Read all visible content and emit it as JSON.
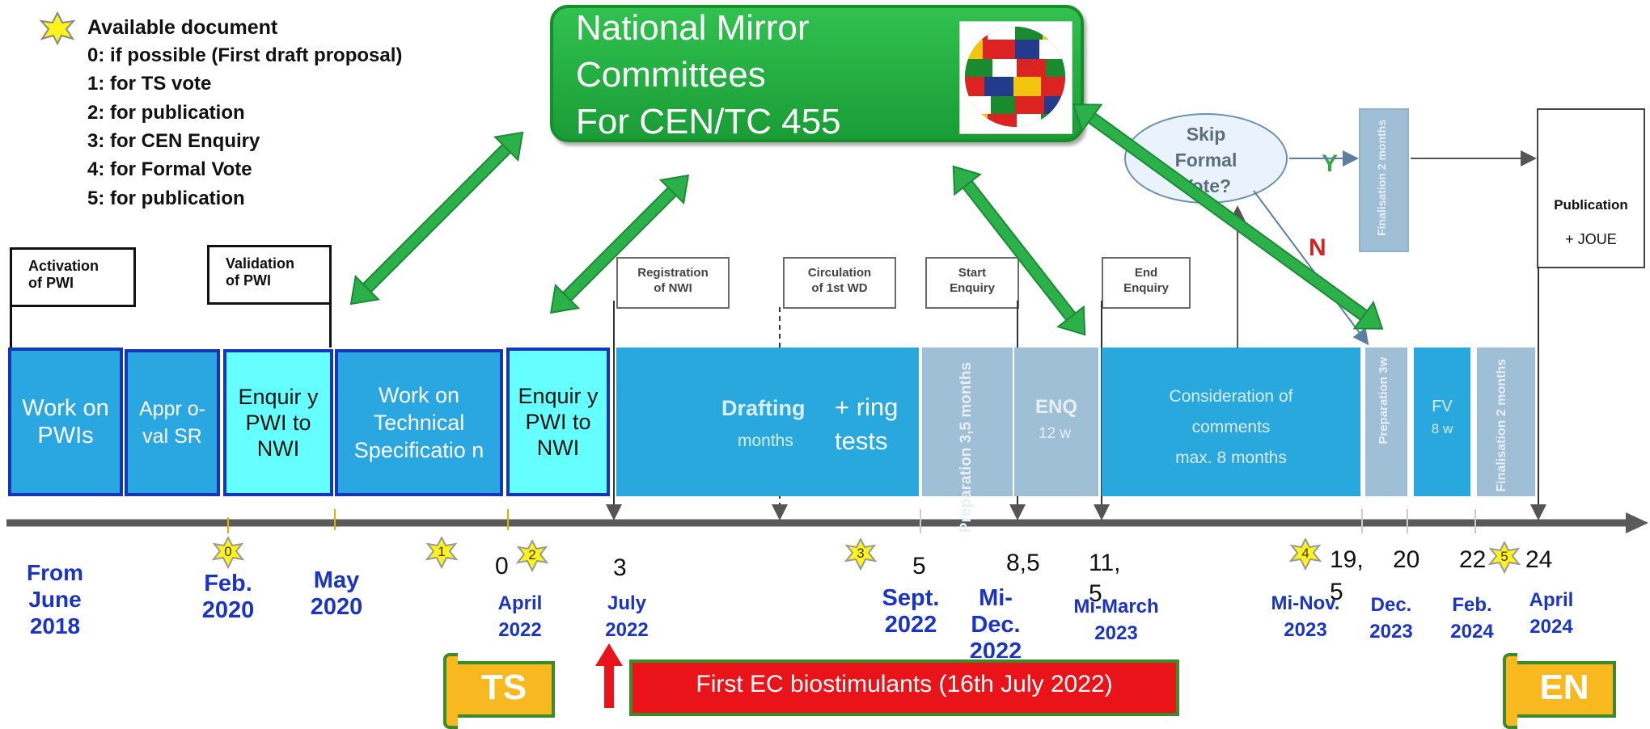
{
  "legend": {
    "title": "Available document",
    "items": [
      "0: if possible (First draft proposal)",
      "1: for TS vote",
      "2: for publication",
      "3: for CEN Enquiry",
      "4: for Formal Vote",
      "5: for publication"
    ]
  },
  "mirror": {
    "lines": [
      "National Mirror",
      "Committees",
      "For CEN/TC 455"
    ]
  },
  "annotations": {
    "activation": [
      "Activation",
      "of PWI"
    ],
    "validation": [
      "Validation",
      "of PWI"
    ],
    "registration": [
      "Registration",
      "of NWI"
    ],
    "circulation": [
      "Circulation",
      "of 1st WD"
    ],
    "start_enquiry": [
      "Start",
      "Enquiry"
    ],
    "end_enquiry": [
      "End",
      "Enquiry"
    ],
    "skip": [
      "Skip",
      "Formal",
      "Vote?"
    ],
    "yes": "Y",
    "no": "N",
    "publication": "Publication",
    "joue": "+ JOUE"
  },
  "stages": {
    "work_pwis": "Work on PWIs",
    "approval": "Appr o-val SR",
    "enquiry1": "Enquir y PWI to NWI",
    "work_ts": "Work on Technical Specificatio n",
    "enquiry2": "Enquir y PWI to NWI",
    "drafting": "Drafting",
    "drafting_sub": "months",
    "ring": "+ ring",
    "ring2": "tests",
    "preparation": "Preparation 3,5 months",
    "enq": "ENQ",
    "enq_sub": "12 w",
    "consideration": [
      "Consideration of",
      "comments",
      "max. 8 months"
    ],
    "prep3w": "Preparation 3w",
    "fv": "FV",
    "fv_sub": "8 w",
    "final1": "Finalisation 2 months",
    "final2": "Finalisation 2 months"
  },
  "timeline_numbers": [
    "0",
    "3",
    "5",
    "8,5",
    "11,",
    "5",
    "19,",
    "5",
    "20",
    "22",
    "24"
  ],
  "stars": [
    "0",
    "1",
    "2",
    "3",
    "4",
    "5"
  ],
  "dates": {
    "june2018": "From\nJune\n2018",
    "feb2020": "Feb.\n2020",
    "may2020": "May\n2020",
    "apr2022": "April\n2022",
    "jul2022": "July\n2022",
    "sep2022": "Sept.\n2022",
    "dec2022": "Mi-\nDec.\n2022",
    "mar2023": "Mi-March\n2023",
    "nov2023": "Mi-Nov.\n2023",
    "dec2023": "Dec.\n2023",
    "feb2024": "Feb.\n2024",
    "apr2024": "April\n2024"
  },
  "banners": {
    "ts": "TS",
    "en": "EN",
    "biostimulants": "First EC biostimulants (16th July 2022)"
  },
  "colors": {
    "green_box": "#1fa83c",
    "blue_box": "#2aa7e1",
    "cyan_box": "#66ffff",
    "date_blue": "#1c34c2",
    "red": "#e8141a",
    "gold": "#f8b820"
  }
}
